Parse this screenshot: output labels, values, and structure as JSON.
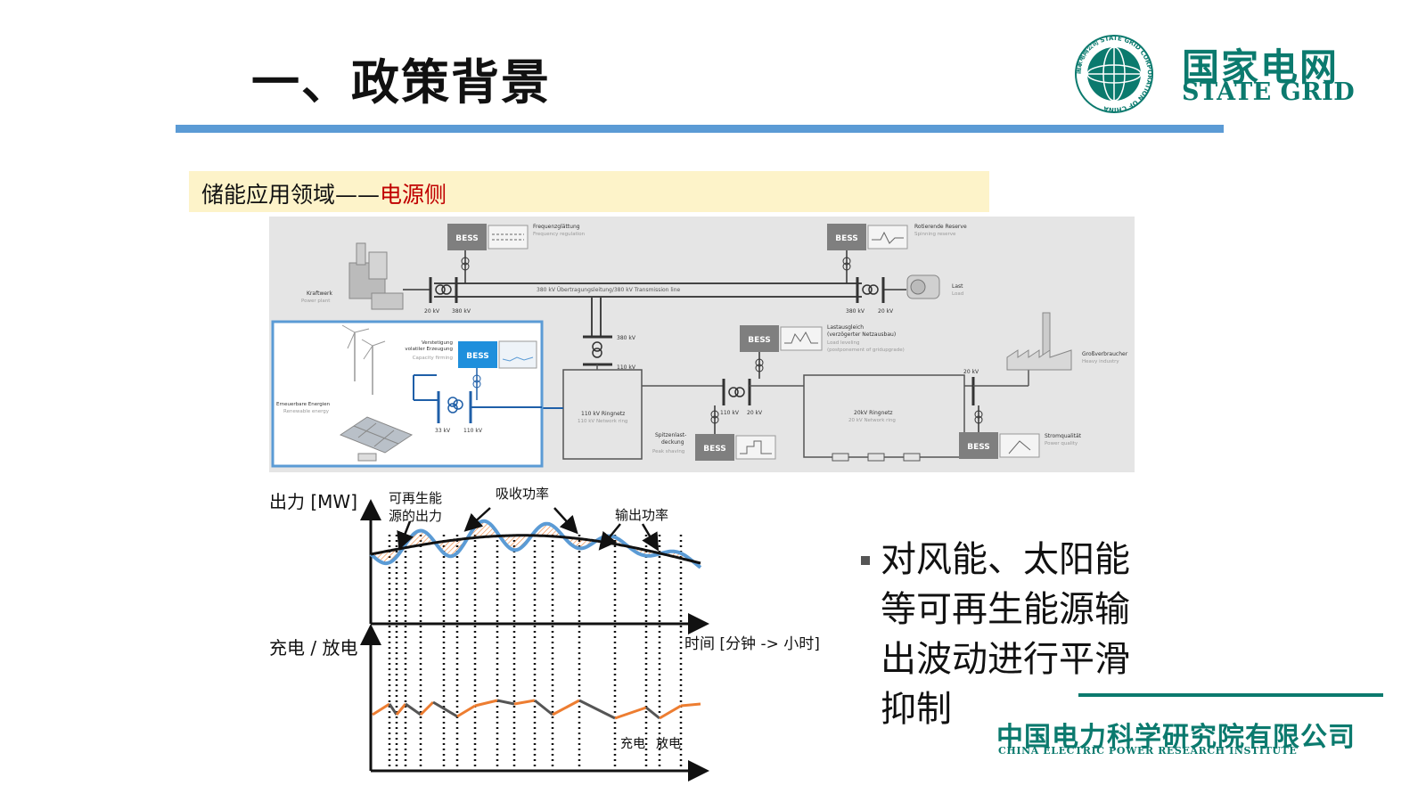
{
  "slide": {
    "title": "一、政策背景",
    "section_label": "储能应用领域——",
    "section_highlight": "电源侧"
  },
  "logo": {
    "cn": "国家电网",
    "en": "STATE GRID",
    "ring_text": "国家电网公司 STATE GRID CORPORATION OF CHINA",
    "color": "#0b7a6e"
  },
  "diagram": {
    "bess": "BESS",
    "frequency": [
      "Frequenzglättung",
      "Frequency regulation"
    ],
    "reserve": [
      "Rotierende Reserve",
      "Spinning reserve"
    ],
    "load": [
      "Last",
      "Load"
    ],
    "plant": [
      "Kraftwerk",
      "Power plant"
    ],
    "line": "380 kV Übertragungsleitung/380 kV Transmission line",
    "kv20": "20 kV",
    "kv380": "380 kV",
    "kv110": "110 kV",
    "kv33": "33 kV",
    "renewable": [
      "Erneuerbare Energien",
      "Renewable energy"
    ],
    "firming": [
      "Verstetigung",
      "volatiler Erzeugung",
      "Capacity firming"
    ],
    "leveling": [
      "Lastausgleich",
      "(verzögerter Netzausbau)",
      "Load leveling",
      "(postponement of gridupgrade)"
    ],
    "heavy": [
      "Großverbraucher",
      "Heavy industry"
    ],
    "ring110": [
      "110 kV Ringnetz",
      "110 kV Network ring"
    ],
    "ring20": [
      "20kV Ringnetz",
      "20 kV Network ring"
    ],
    "peak": [
      "Spitzenlast-",
      "deckung",
      "Peak shaving"
    ],
    "quality": [
      "Stromqualität",
      "Power quality"
    ]
  },
  "charts": {
    "ylabel_top": "出力 [MW]",
    "renew_label": [
      "可再生能",
      "源的出力"
    ],
    "absorb_label": "吸收功率",
    "output_label": "输出功率",
    "ylabel_bottom": "充电 / 放电",
    "xlabel": "时间 [分钟 -> 小时]",
    "charge_label": "充电",
    "discharge_label": "放电",
    "colors": {
      "raw": "#5b9bd5",
      "smooth": "#111111",
      "charge": "#ed7d31",
      "discharge": "#555555"
    }
  },
  "bullet": {
    "text": "对风能、太阳能等可再生能源输出波动进行平滑抑制"
  },
  "footer": {
    "cn": "中国电力科学研究院有限公司",
    "en": "CHINA ELECTRIC POWER RESEARCH INSTITUTE"
  }
}
